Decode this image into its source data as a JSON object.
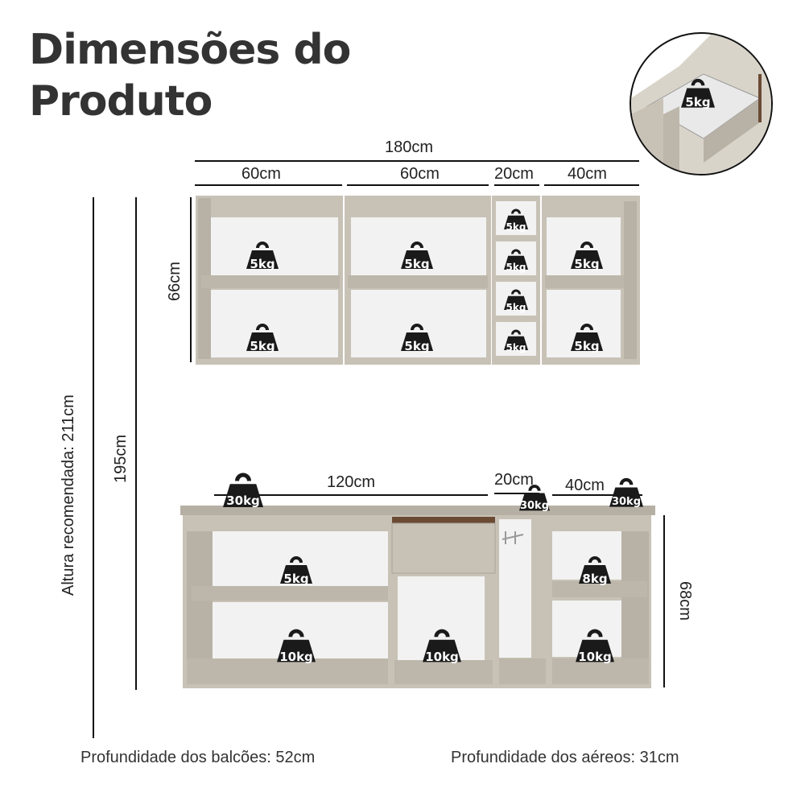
{
  "title": {
    "line1": "Dimensões do",
    "line2": "Produto"
  },
  "aereo": {
    "total_width": "180cm",
    "modules": [
      "60cm",
      "60cm",
      "20cm",
      "40cm"
    ],
    "height": "66cm",
    "weights": {
      "m1_top": "5kg",
      "m1_bottom": "5kg",
      "m2_top": "5kg",
      "m2_bottom": "5kg",
      "m3_1": "5kg",
      "m3_2": "5kg",
      "m3_3": "5kg",
      "m3_4": "5kg",
      "m4_top": "5kg",
      "m4_bottom": "5kg"
    }
  },
  "balcao": {
    "widths": [
      "120cm",
      "20cm",
      "40cm"
    ],
    "height": "68cm",
    "top_weights": [
      "30kg",
      "30kg",
      "30kg"
    ],
    "weights": {
      "left_top": "5kg",
      "left_bottom": "10kg",
      "center_bottom": "10kg",
      "right_top": "8kg",
      "right_bottom": "10kg"
    }
  },
  "drawer_inset": {
    "weight": "5kg"
  },
  "total_height": "195cm",
  "recommended_height": "Altura recomendada: 211cm",
  "depths": {
    "balcoes": "Profundidade dos balcões: 52cm",
    "aereos": "Profundidade dos aéreos: 31cm"
  },
  "colors": {
    "cabinet": "#c8c2b6",
    "cabinet_dark": "#a9a398",
    "interior": "#f2f2f2",
    "weight": "#1a1a1a",
    "wood_edge": "#6b4a34"
  }
}
